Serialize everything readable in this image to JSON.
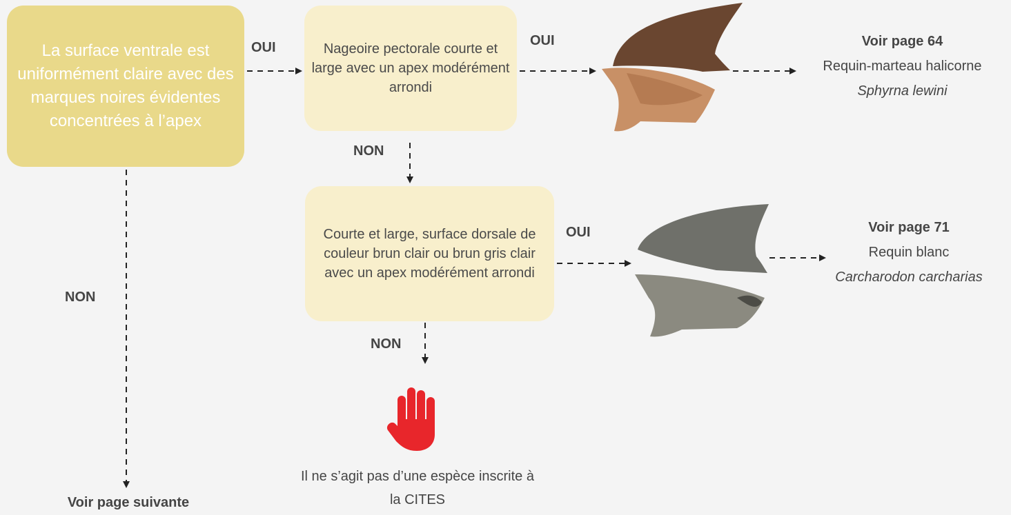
{
  "main_question": "La surface ventrale est uniformément claire avec des marques noires évidentes concentrées à l’apex",
  "question_1": "Nageoire pectorale courte et large avec un apex modérément arrondi",
  "question_2": "Courte et large, surface dorsale de couleur brun clair ou brun gris clair avec un apex modérément arrondi",
  "labels": {
    "yes": "OUI",
    "no": "NON"
  },
  "result_1": {
    "page": "Voir page 64",
    "common_name": "Requin-marteau halicorne",
    "scientific_name": "Sphyrna lewini"
  },
  "result_2": {
    "page": "Voir page 71",
    "common_name": "Requin blanc",
    "scientific_name": "Carcharodon carcharias"
  },
  "stop_text": "Il ne s’agit pas d’une espèce inscrite à la CITES",
  "next_page": "Voir page suivante",
  "colors": {
    "main_box": "#e9d98a",
    "question_box": "#f8efcc",
    "stop_hand": "#e8262b"
  },
  "icons": [
    "stop-hand-icon"
  ]
}
